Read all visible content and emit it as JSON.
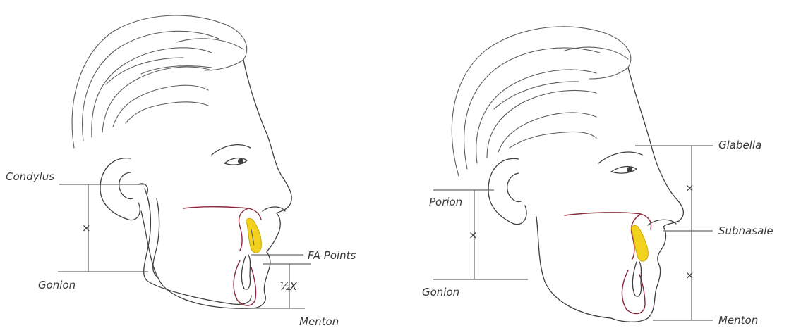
{
  "left_figure": {
    "labels": {
      "condylus": "Condylus",
      "gonion": "Gonion",
      "fa_points": "FA Points",
      "half_x": "½X",
      "menton": "Menton"
    },
    "marks": {
      "x_mark": "×"
    }
  },
  "right_figure": {
    "labels": {
      "glabella": "Glabella",
      "porion": "Porion",
      "subnasale": "Subnasale",
      "gonion": "Gonion",
      "menton": "Menton"
    },
    "marks": {
      "x_mark": "×"
    }
  },
  "colors": {
    "ink": "#3f3f3f",
    "soft_tissue": "#8c2a3c",
    "incisor_fill": "#f2d21e",
    "incisor_stroke": "#c9a800"
  }
}
